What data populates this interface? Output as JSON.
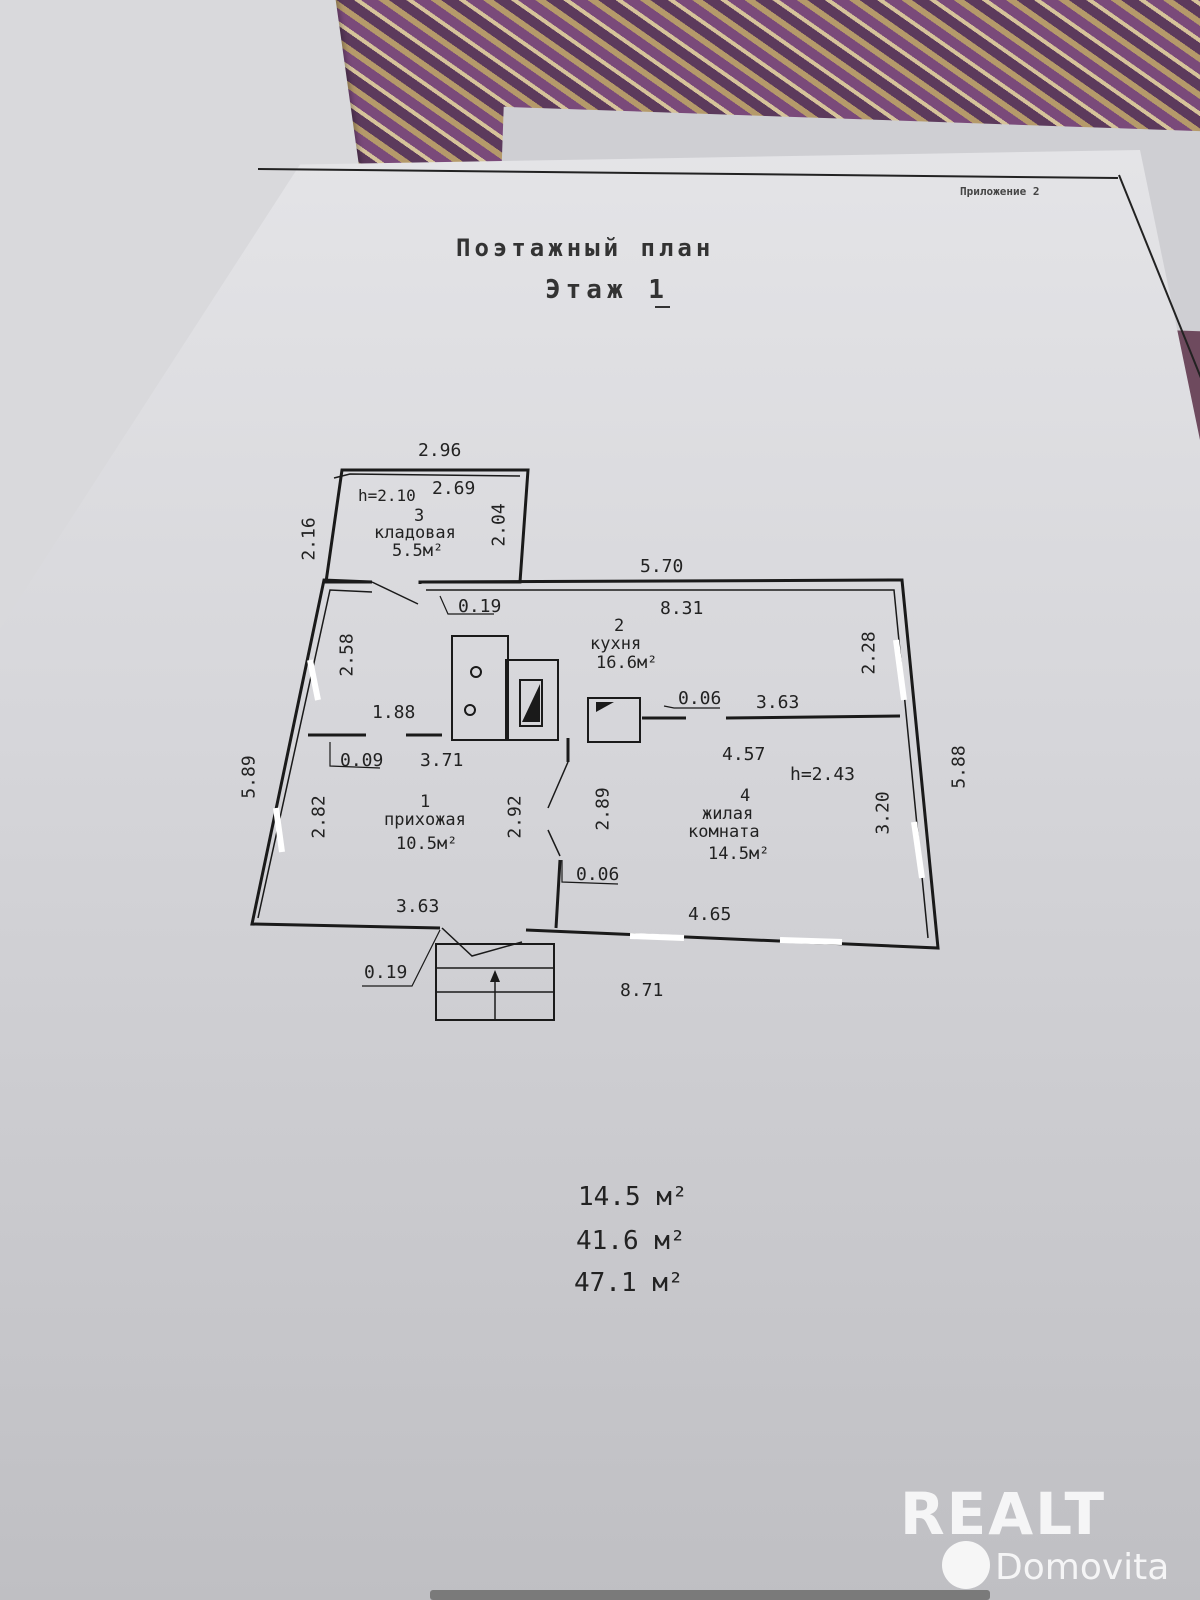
{
  "header": {
    "annex": "Приложение 2",
    "title": "Поэтажный план",
    "floor": "Этаж 1"
  },
  "rooms": [
    {
      "number": "3",
      "name": "кладовая",
      "area": "5.5м²",
      "height": "h=2.10"
    },
    {
      "number": "2",
      "name": "кухня",
      "area": "16.6м²"
    },
    {
      "number": "1",
      "name": "прихожая",
      "area": "10.5м²"
    },
    {
      "number": "4",
      "name_line1": "жилая",
      "name_line2": "комната",
      "area": "14.5м²",
      "height": "h=2.43"
    }
  ],
  "dimensions": {
    "storage_top_outer": "2.96",
    "storage_top_inner": "2.69",
    "storage_left": "2.16",
    "storage_right": "2.04",
    "main_top_outer": "5.70",
    "kitchen_top": "8.31",
    "wall_thickness_a": "0.19",
    "kitchen_left": "2.58",
    "kitchen_right": "2.28",
    "kitchen_bottom_left": "1.88",
    "partition_a": "0.06",
    "living_top": "3.63",
    "hall_top": "3.71",
    "wall_thickness_b": "0.09",
    "living_top_inner": "4.57",
    "overall_left": "5.89",
    "overall_right": "5.88",
    "hall_left": "2.82",
    "hall_right": "2.92",
    "living_left": "2.89",
    "living_right": "3.20",
    "partition_b": "0.06",
    "hall_bottom": "3.63",
    "living_bottom": "4.65",
    "wall_thickness_c": "0.19",
    "overall_bottom": "8.71"
  },
  "totals": [
    {
      "value": "14.5",
      "unit": "м²"
    },
    {
      "value": "41.6",
      "unit": "м²"
    },
    {
      "value": "47.1",
      "unit": "м²"
    }
  ],
  "watermark": {
    "brand": "REALT",
    "sub": "Domovita"
  }
}
